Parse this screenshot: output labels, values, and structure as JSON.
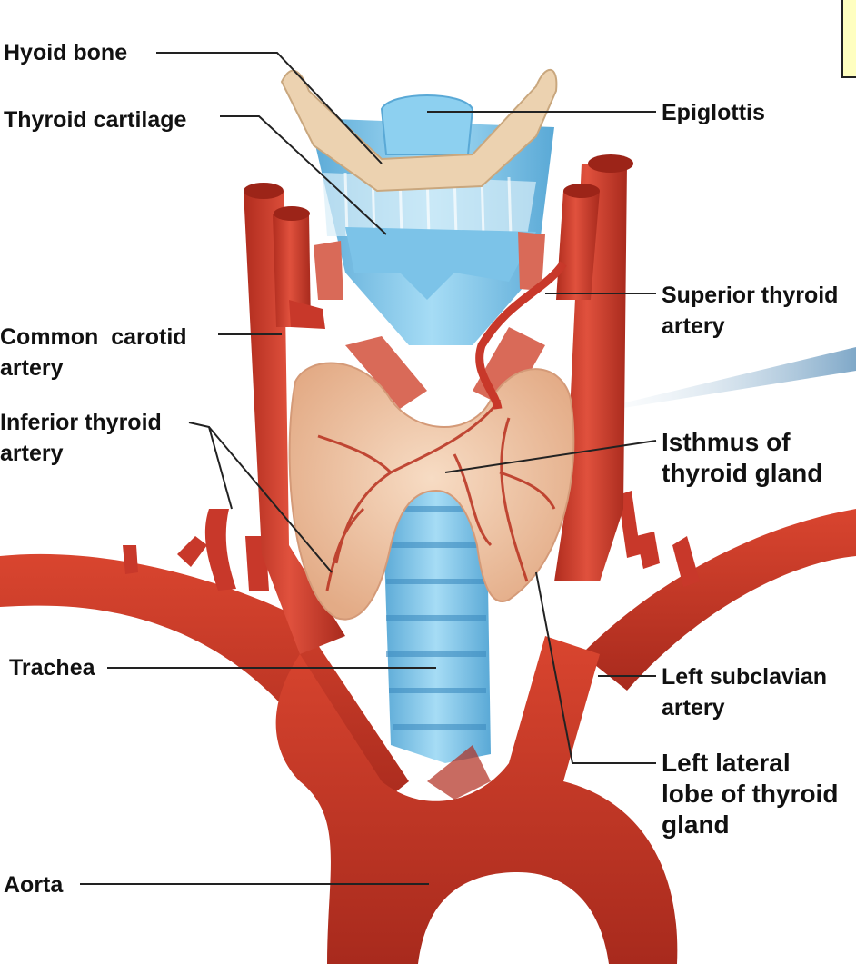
{
  "labels": {
    "hyoid_bone": "Hyoid bone",
    "thyroid_cartilage": "Thyroid cartilage",
    "epiglottis": "Epiglottis",
    "superior_thyroid_artery": "Superior thyroid\nartery",
    "common_carotid_artery": "Common  carotid\nartery",
    "inferior_thyroid_artery": "Inferior thyroid\nartery",
    "isthmus": "Isthmus of\nthyroid gland",
    "trachea": "Trachea",
    "left_subclavian_artery": "Left subclavian\nartery",
    "left_lateral_lobe": "Left lateral\nlobe of thyroid\ngland",
    "aorta": "Aorta"
  },
  "colors": {
    "artery": "#c8382a",
    "artery_dark": "#9c2418",
    "cartilage": "#86c8ea",
    "cartilage_dark": "#5aa9d6",
    "thyroid": "#f2c9a8",
    "bone": "#ecd2b0",
    "muscle": "#d96a58",
    "leader": "#222222"
  }
}
